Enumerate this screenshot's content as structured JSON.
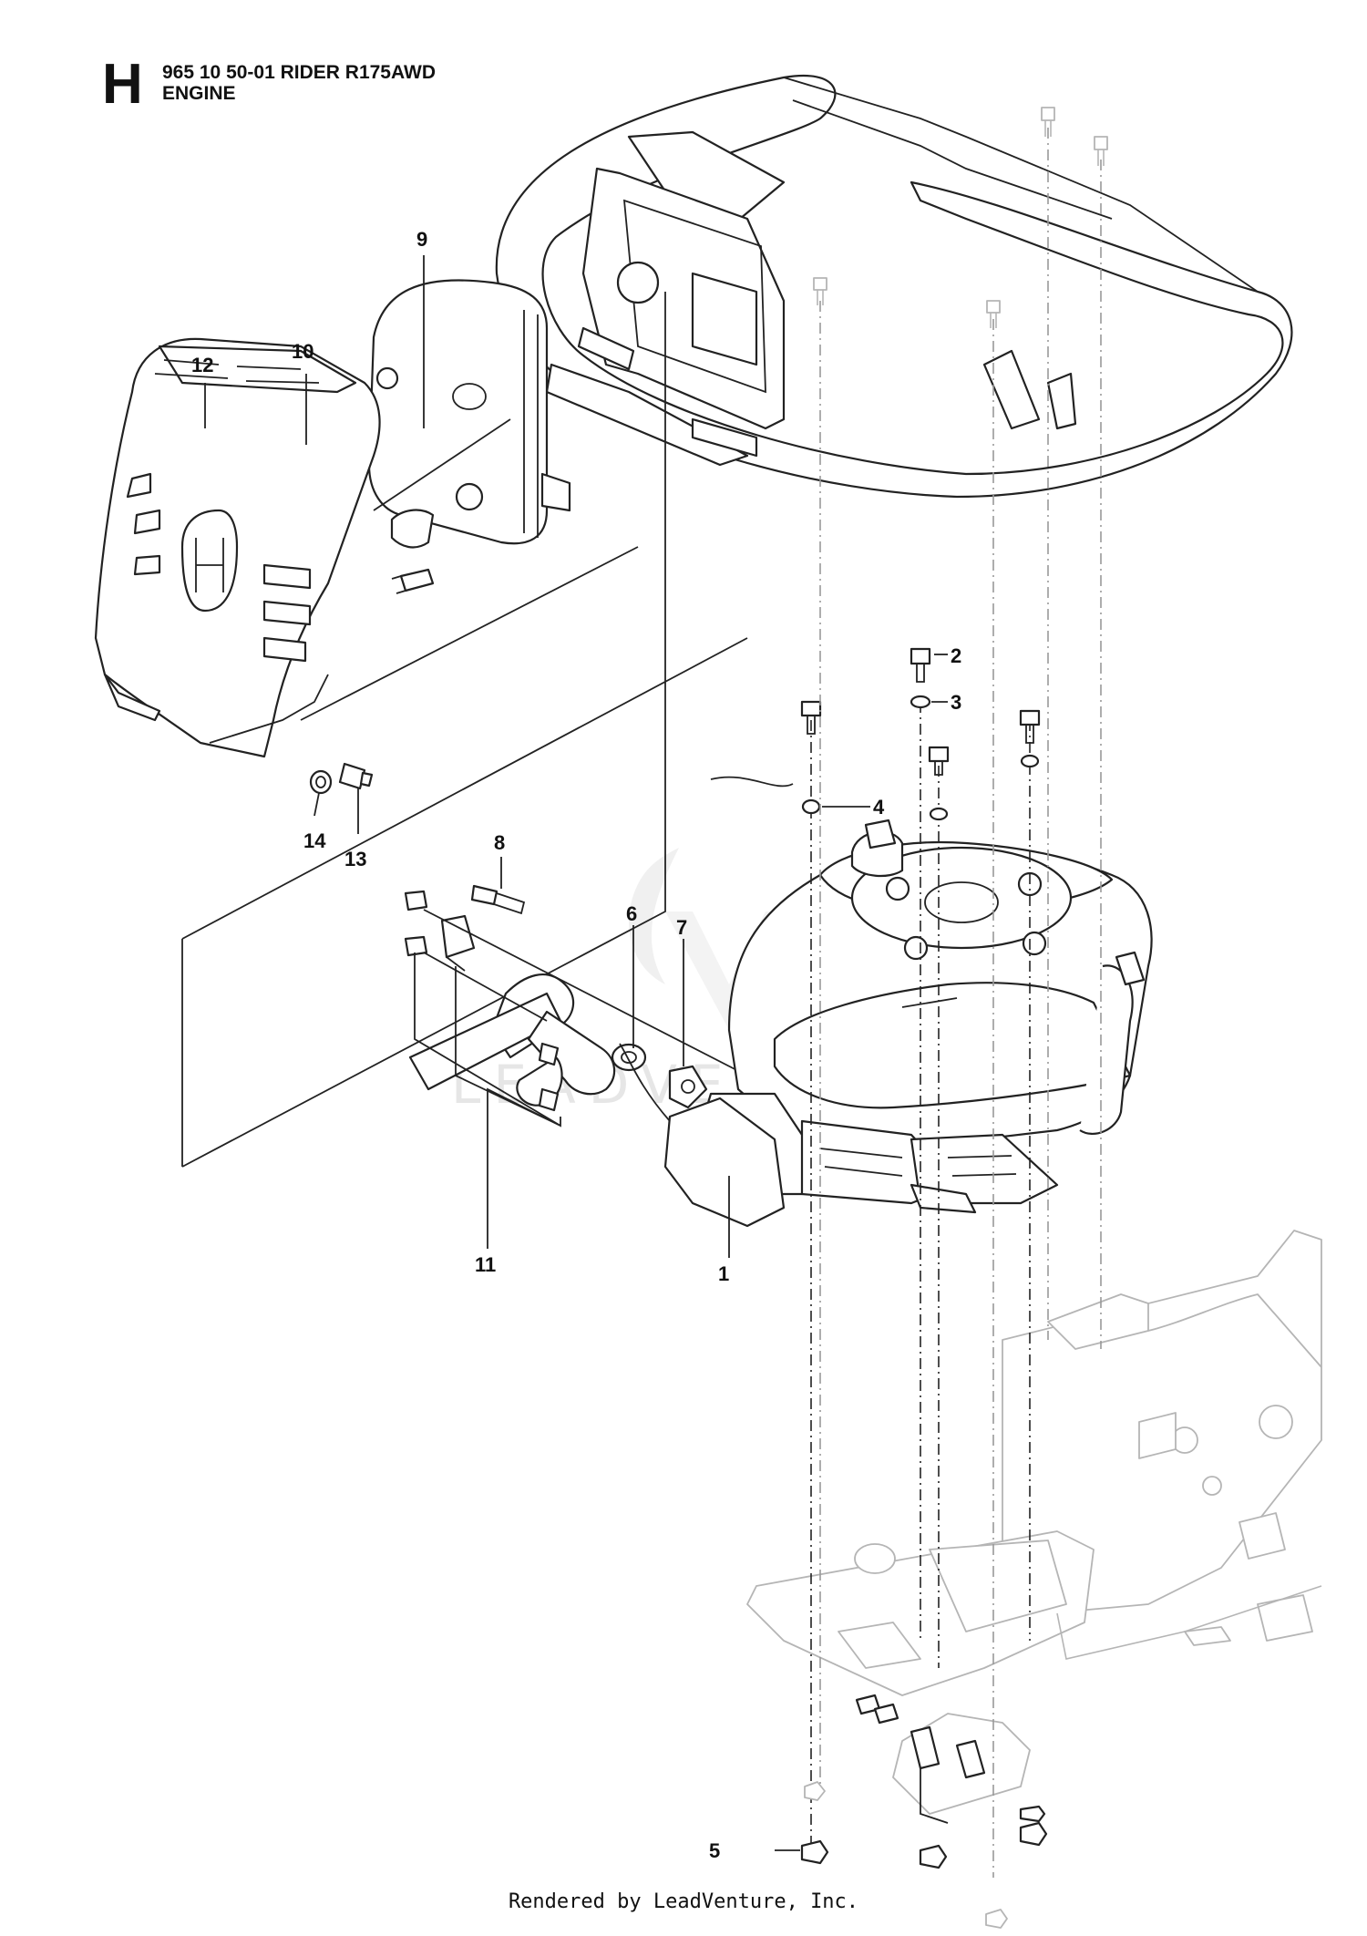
{
  "header": {
    "section_letter": "H",
    "model_line": "965 10 50-01 RIDER R175AWD",
    "section_name": "ENGINE"
  },
  "callouts": [
    "1",
    "2",
    "3",
    "4",
    "5",
    "6",
    "7",
    "8",
    "9",
    "10",
    "11",
    "12",
    "13",
    "14"
  ],
  "watermark": "LEADVENTURE",
  "footer": "Rendered by LeadVenture, Inc."
}
